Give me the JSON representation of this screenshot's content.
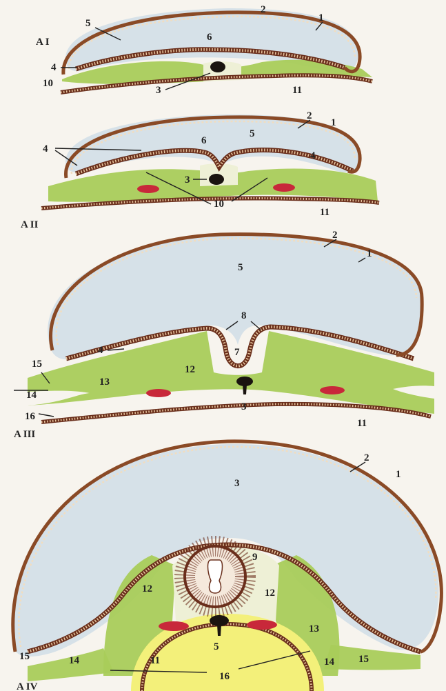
{
  "stages": [
    {
      "id": "AI",
      "label": "A I",
      "numbers": [
        "1",
        "2",
        "3",
        "4",
        "5",
        "6",
        "10",
        "11"
      ]
    },
    {
      "id": "AII",
      "label": "A II",
      "numbers": [
        "1",
        "2",
        "3",
        "4",
        "4",
        "5",
        "6",
        "10",
        "11"
      ]
    },
    {
      "id": "AIII",
      "label": "A III",
      "numbers": [
        "1",
        "2",
        "3",
        "4",
        "5",
        "7",
        "8",
        "11",
        "12",
        "13",
        "14",
        "15",
        "16"
      ]
    },
    {
      "id": "AIV",
      "label": "A IV",
      "numbers": [
        "1",
        "2",
        "3",
        "5",
        "9",
        "11",
        "12",
        "12",
        "13",
        "14",
        "14",
        "15",
        "15",
        "16"
      ]
    }
  ],
  "colors": {
    "amnion_cavity": "#d6e1e8",
    "ectoderm": "#6a2f1c",
    "mesoderm": "#a9cc5a",
    "blood_vessel": "#c8283a",
    "notochord": "#1a1410",
    "yolk": "#f3f07a"
  }
}
